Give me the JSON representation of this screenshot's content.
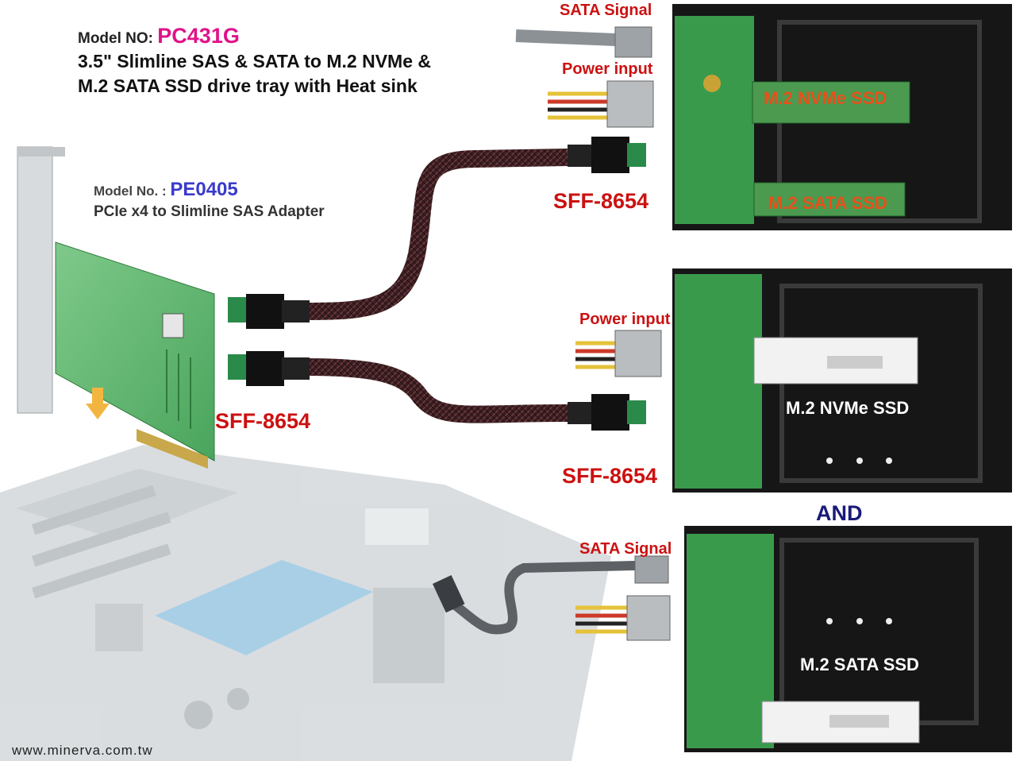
{
  "header": {
    "model_label": "Model NO:",
    "model_code": "PC431G",
    "title_line1": "3.5\" Slimline SAS & SATA to M.2 NVMe &",
    "title_line2": "M.2 SATA SSD drive tray with Heat sink"
  },
  "adapter": {
    "model_label": "Model No. :",
    "model_code": "PE0405",
    "description": "PCIe x4 to Slimline SAS Adapter"
  },
  "connectors": {
    "sata_signal_top": "SATA Signal",
    "power_input_top": "Power input",
    "sff_top": "SFF-8654",
    "power_input_mid": "Power input",
    "sff_card": "SFF-8654",
    "sff_mid": "SFF-8654",
    "and_label": "AND",
    "sata_signal_bottom": "SATA Signal"
  },
  "trays": {
    "top_nvme": "M.2 NVMe SSD",
    "top_sata": "M.2 SATA SSD",
    "mid_nvme": "M.2 NVMe SSD",
    "bottom_sata": "M.2 SATA SSD"
  },
  "footer": {
    "url": "www.minerva.com.tw"
  },
  "colors": {
    "model_code": "#e0128a",
    "adapter_code": "#3a3acc",
    "sff_red": "#cc1111",
    "tray_label_orange": "#e8501a",
    "and_navy": "#1a1a7a",
    "pcb_green": "#3a9a4c",
    "tray_black": "#161616",
    "cable_dark": "#3a1e22"
  }
}
